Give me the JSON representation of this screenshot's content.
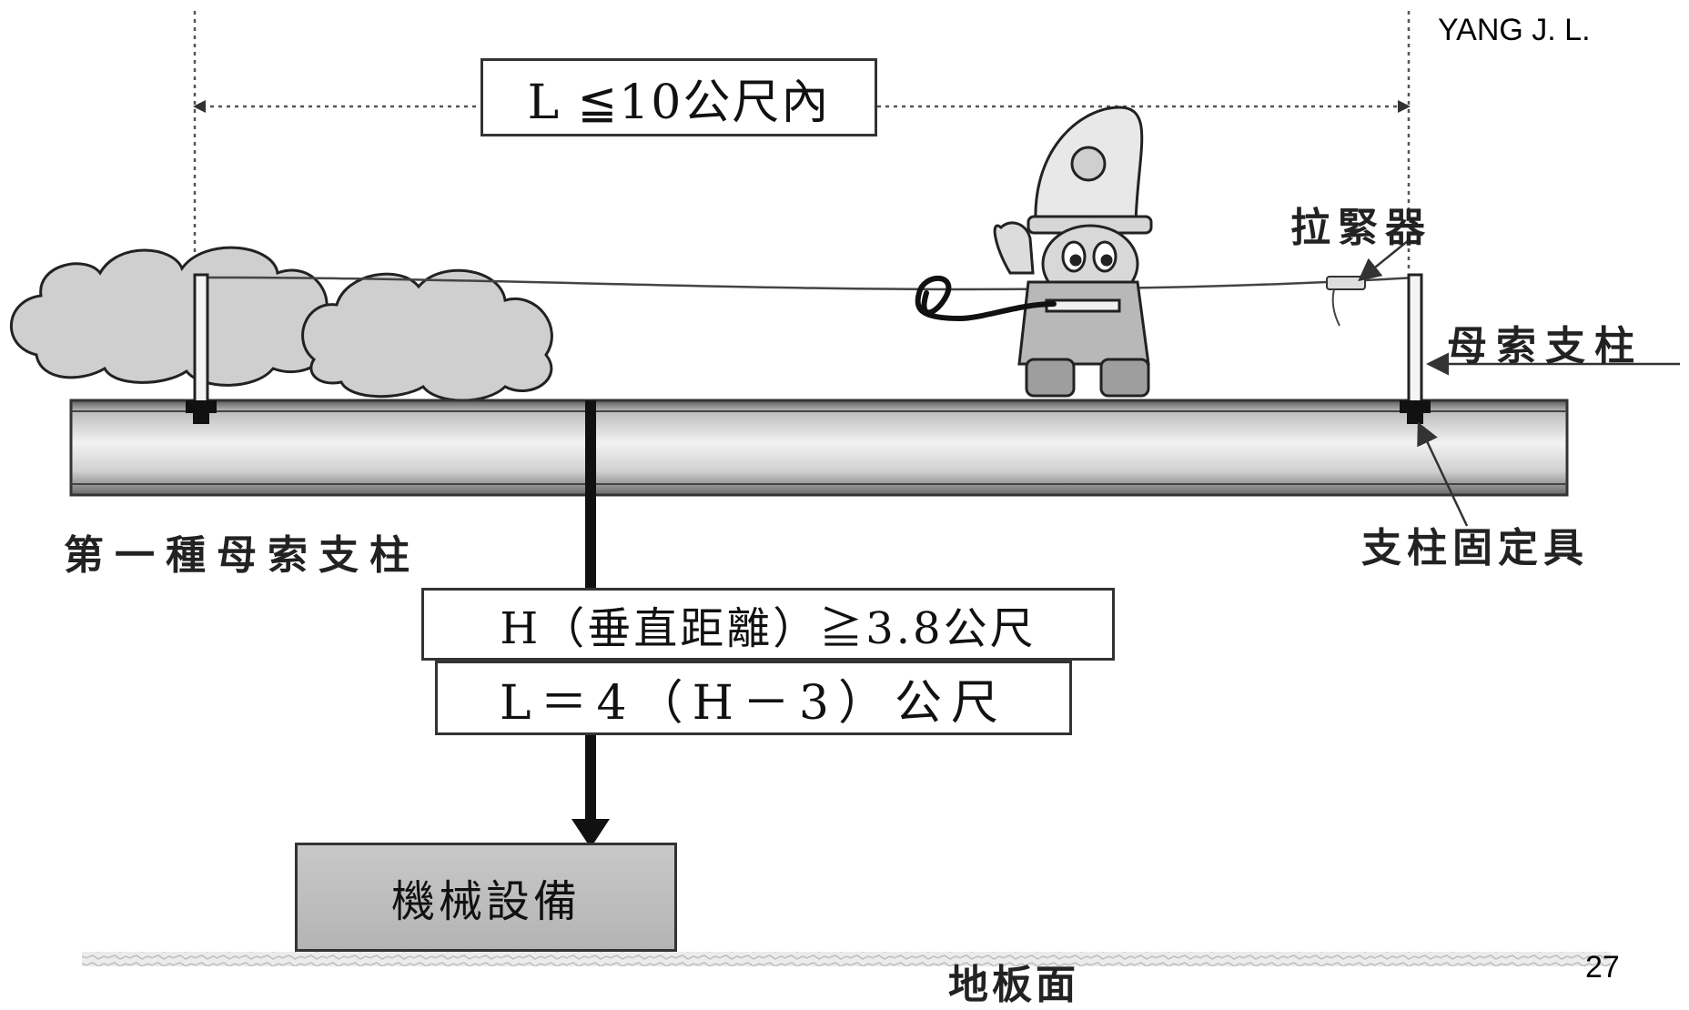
{
  "author": "YANG  J. L.",
  "page_number": "27",
  "span_label": "L ≦10公尺內",
  "height_label": "H（垂直距離）≧3.8公尺",
  "length_formula": "L＝4（H－3）公尺",
  "machinery_label": "機械設備",
  "tensioner_label": "拉緊器",
  "lifeline_post_label": "母索支柱",
  "first_type_post_label": "第一種母索支柱",
  "post_fixture_label": "支柱固定具",
  "floor_label": "地板面"
}
